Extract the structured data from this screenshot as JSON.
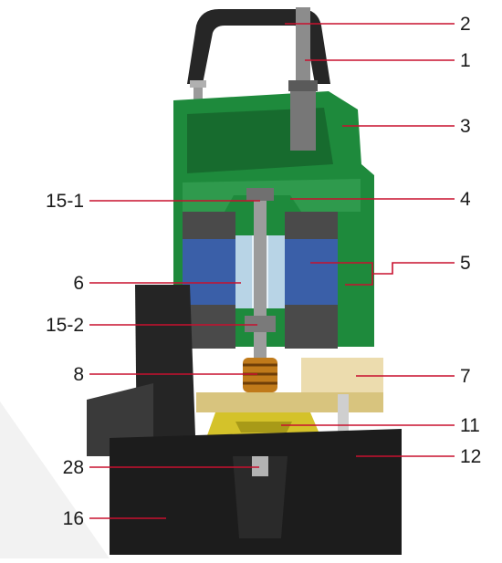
{
  "colors": {
    "leader_line": "#c8102e",
    "casing_green": "#1e8a3c",
    "stator_blue": "#3a5fa8",
    "base_black": "#1c1c1c",
    "handle_black": "#262626",
    "seal_cream": "#ecdcae",
    "impeller_yellow": "#d4c22a"
  },
  "callouts": {
    "c2": "2",
    "c1": "1",
    "c3": "3",
    "c15_1": "15-1",
    "c4": "4",
    "c6": "6",
    "c5": "5",
    "c15_2": "15-2",
    "c8": "8",
    "c7": "7",
    "c11": "11",
    "c28": "28",
    "c12": "12",
    "c16": "16"
  }
}
